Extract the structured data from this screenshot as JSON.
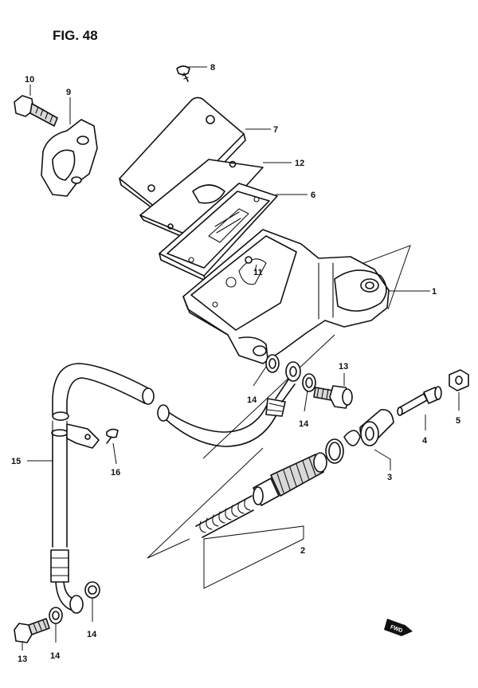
{
  "figure": {
    "title": "FIG. 48"
  },
  "fwd_badge": {
    "text": "FWD"
  },
  "callouts": [
    {
      "id": "c1",
      "label": "1"
    },
    {
      "id": "c2",
      "label": "2"
    },
    {
      "id": "c3",
      "label": "3"
    },
    {
      "id": "c4",
      "label": "4"
    },
    {
      "id": "c5",
      "label": "5"
    },
    {
      "id": "c6",
      "label": "6"
    },
    {
      "id": "c7",
      "label": "7"
    },
    {
      "id": "c8",
      "label": "8"
    },
    {
      "id": "c9",
      "label": "9"
    },
    {
      "id": "c10",
      "label": "10"
    },
    {
      "id": "c11",
      "label": "11"
    },
    {
      "id": "c12",
      "label": "12"
    },
    {
      "id": "c13a",
      "label": "13"
    },
    {
      "id": "c13b",
      "label": "13"
    },
    {
      "id": "c14a",
      "label": "14"
    },
    {
      "id": "c14b",
      "label": "14"
    },
    {
      "id": "c14c",
      "label": "14"
    },
    {
      "id": "c14d",
      "label": "14"
    },
    {
      "id": "c15",
      "label": "15"
    },
    {
      "id": "c16",
      "label": "16"
    }
  ]
}
